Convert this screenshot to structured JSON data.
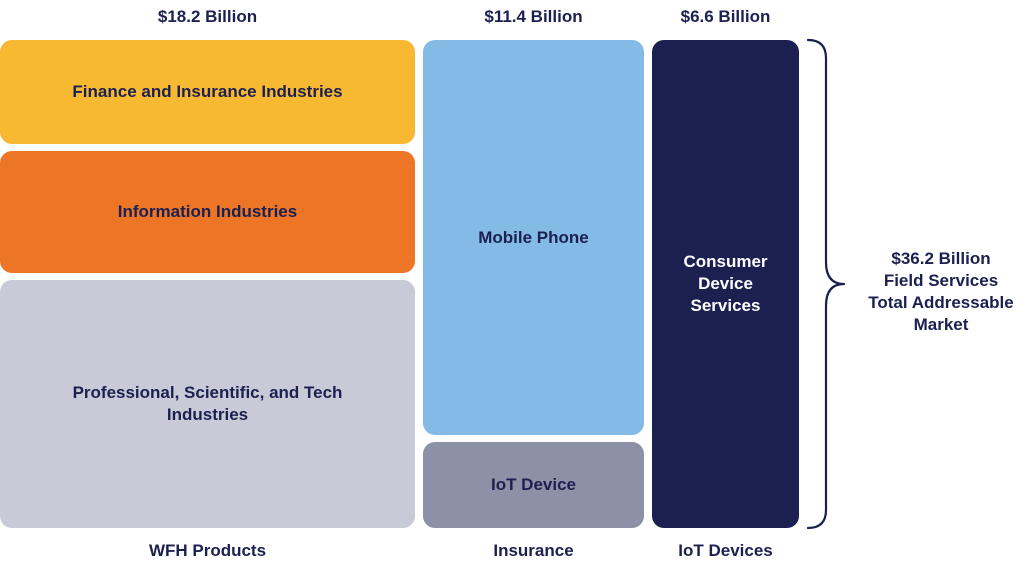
{
  "columns": [
    {
      "value": "$18.2 Billion",
      "label": "WFH Products"
    },
    {
      "value": "$11.4 Billion",
      "label": "Insurance"
    },
    {
      "value": "$6.6 Billion",
      "label": "IoT Devices"
    }
  ],
  "blocks": {
    "finance": {
      "label": "Finance and Insurance Industries",
      "color": "#f8b932"
    },
    "info": {
      "label": "Information Industries",
      "color": "#ec7526"
    },
    "prof": {
      "label": "Professional, Scientific, and Tech\nIndustries",
      "color": "#c8cad7"
    },
    "mobile": {
      "label": "Mobile Phone",
      "color": "#84bbe6"
    },
    "iot": {
      "label": "IoT Device",
      "color": "#8c91a8"
    },
    "consumer": {
      "label": "Consumer\nDevice\nServices",
      "color": "#1c2050"
    }
  },
  "total": {
    "line1": "$36.2 Billion",
    "line2": "Field Services",
    "line3": "Total Addressable",
    "line4": "Market"
  },
  "colors": {
    "text_dark": "#1c2050",
    "text_light": "#ffffff"
  }
}
